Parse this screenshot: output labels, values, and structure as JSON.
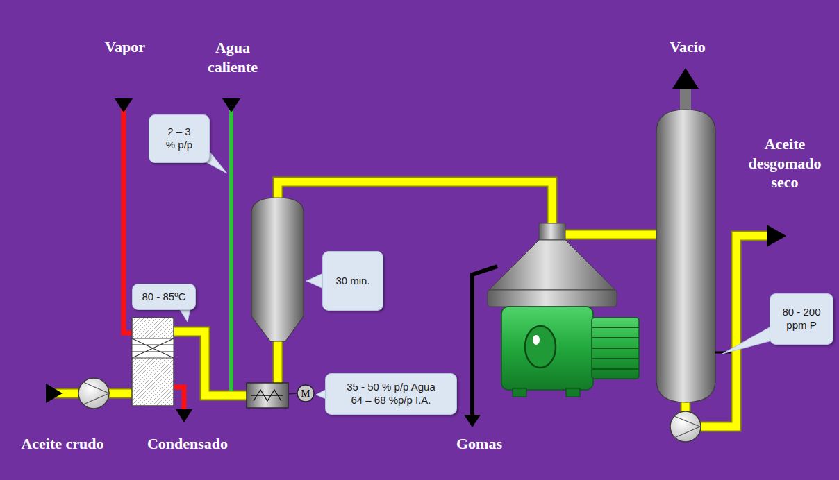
{
  "diagram": {
    "nodes": [
      {
        "text": [
          "2 – 3 % p/p"
        ]
      },
      {
        "text": [
          "30 min."
        ]
      },
      {
        "text": [
          "80 - 85ºC"
        ]
      },
      {
        "text": [
          "80 - 200 ppm P"
        ]
      },
      {
        "text": [
          "35 - 50 % p/p Agua",
          "64 – 68 %p/p I.A."
        ]
      },
      {
        "text": [
          "M"
        ]
      }
    ],
    "labels": [
      "Vapor",
      "Agua caliente",
      "Vacío",
      "Aceite desgomado seco",
      "Aceite crudo",
      "Condensado",
      "Gomas"
    ]
  }
}
